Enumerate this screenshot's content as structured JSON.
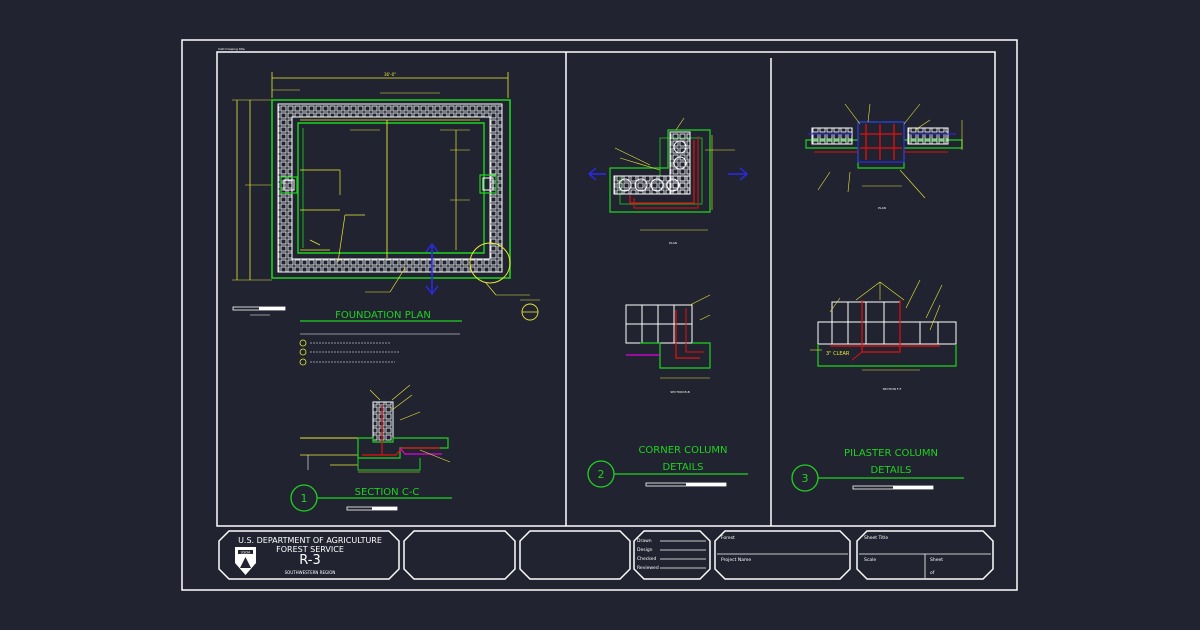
{
  "sheet": {
    "tag": "CAD Drawing title",
    "colors": {
      "background": "#212430",
      "frame": "#ffffff",
      "green": "#1fd21f",
      "yellow": "#e8e834",
      "red": "#e01010",
      "blue": "#2a2af0",
      "magenta": "#e000e0"
    }
  },
  "details": {
    "foundation_plan": {
      "title": "FOUNDATION PLAN",
      "dimension": "36'-0\""
    },
    "section_cc": {
      "number": "1",
      "title": "SECTION C-C"
    },
    "corner_column": {
      "number": "2",
      "title_line1": "CORNER COLUMN",
      "title_line2": "DETAILS",
      "plan_label": "PLAN",
      "section_label": "SECTION B-B"
    },
    "pilaster_column": {
      "number": "3",
      "title_line1": "PILASTER COLUMN",
      "title_line2": "DETAILS",
      "plan_label": "PLAN",
      "section_label": "SECTION F-F",
      "clear_label": "3\" CLEAR"
    }
  },
  "title_block": {
    "agency_line1": "U.S. DEPARTMENT OF AGRICULTURE",
    "agency_line2": "FOREST SERVICE",
    "region_code": "R-3",
    "region_name": "SOUTHWESTERN REGION",
    "logo_text": "USDA",
    "fields": {
      "drawn": "Drawn",
      "design": "Design",
      "checked": "Checked",
      "reviewed": "Reviewed",
      "forest": "Forest",
      "project_name": "Project Name",
      "sheet_title": "Sheet Title",
      "scale": "Scale",
      "sheet": "Sheet",
      "sheet_of": "of"
    }
  }
}
